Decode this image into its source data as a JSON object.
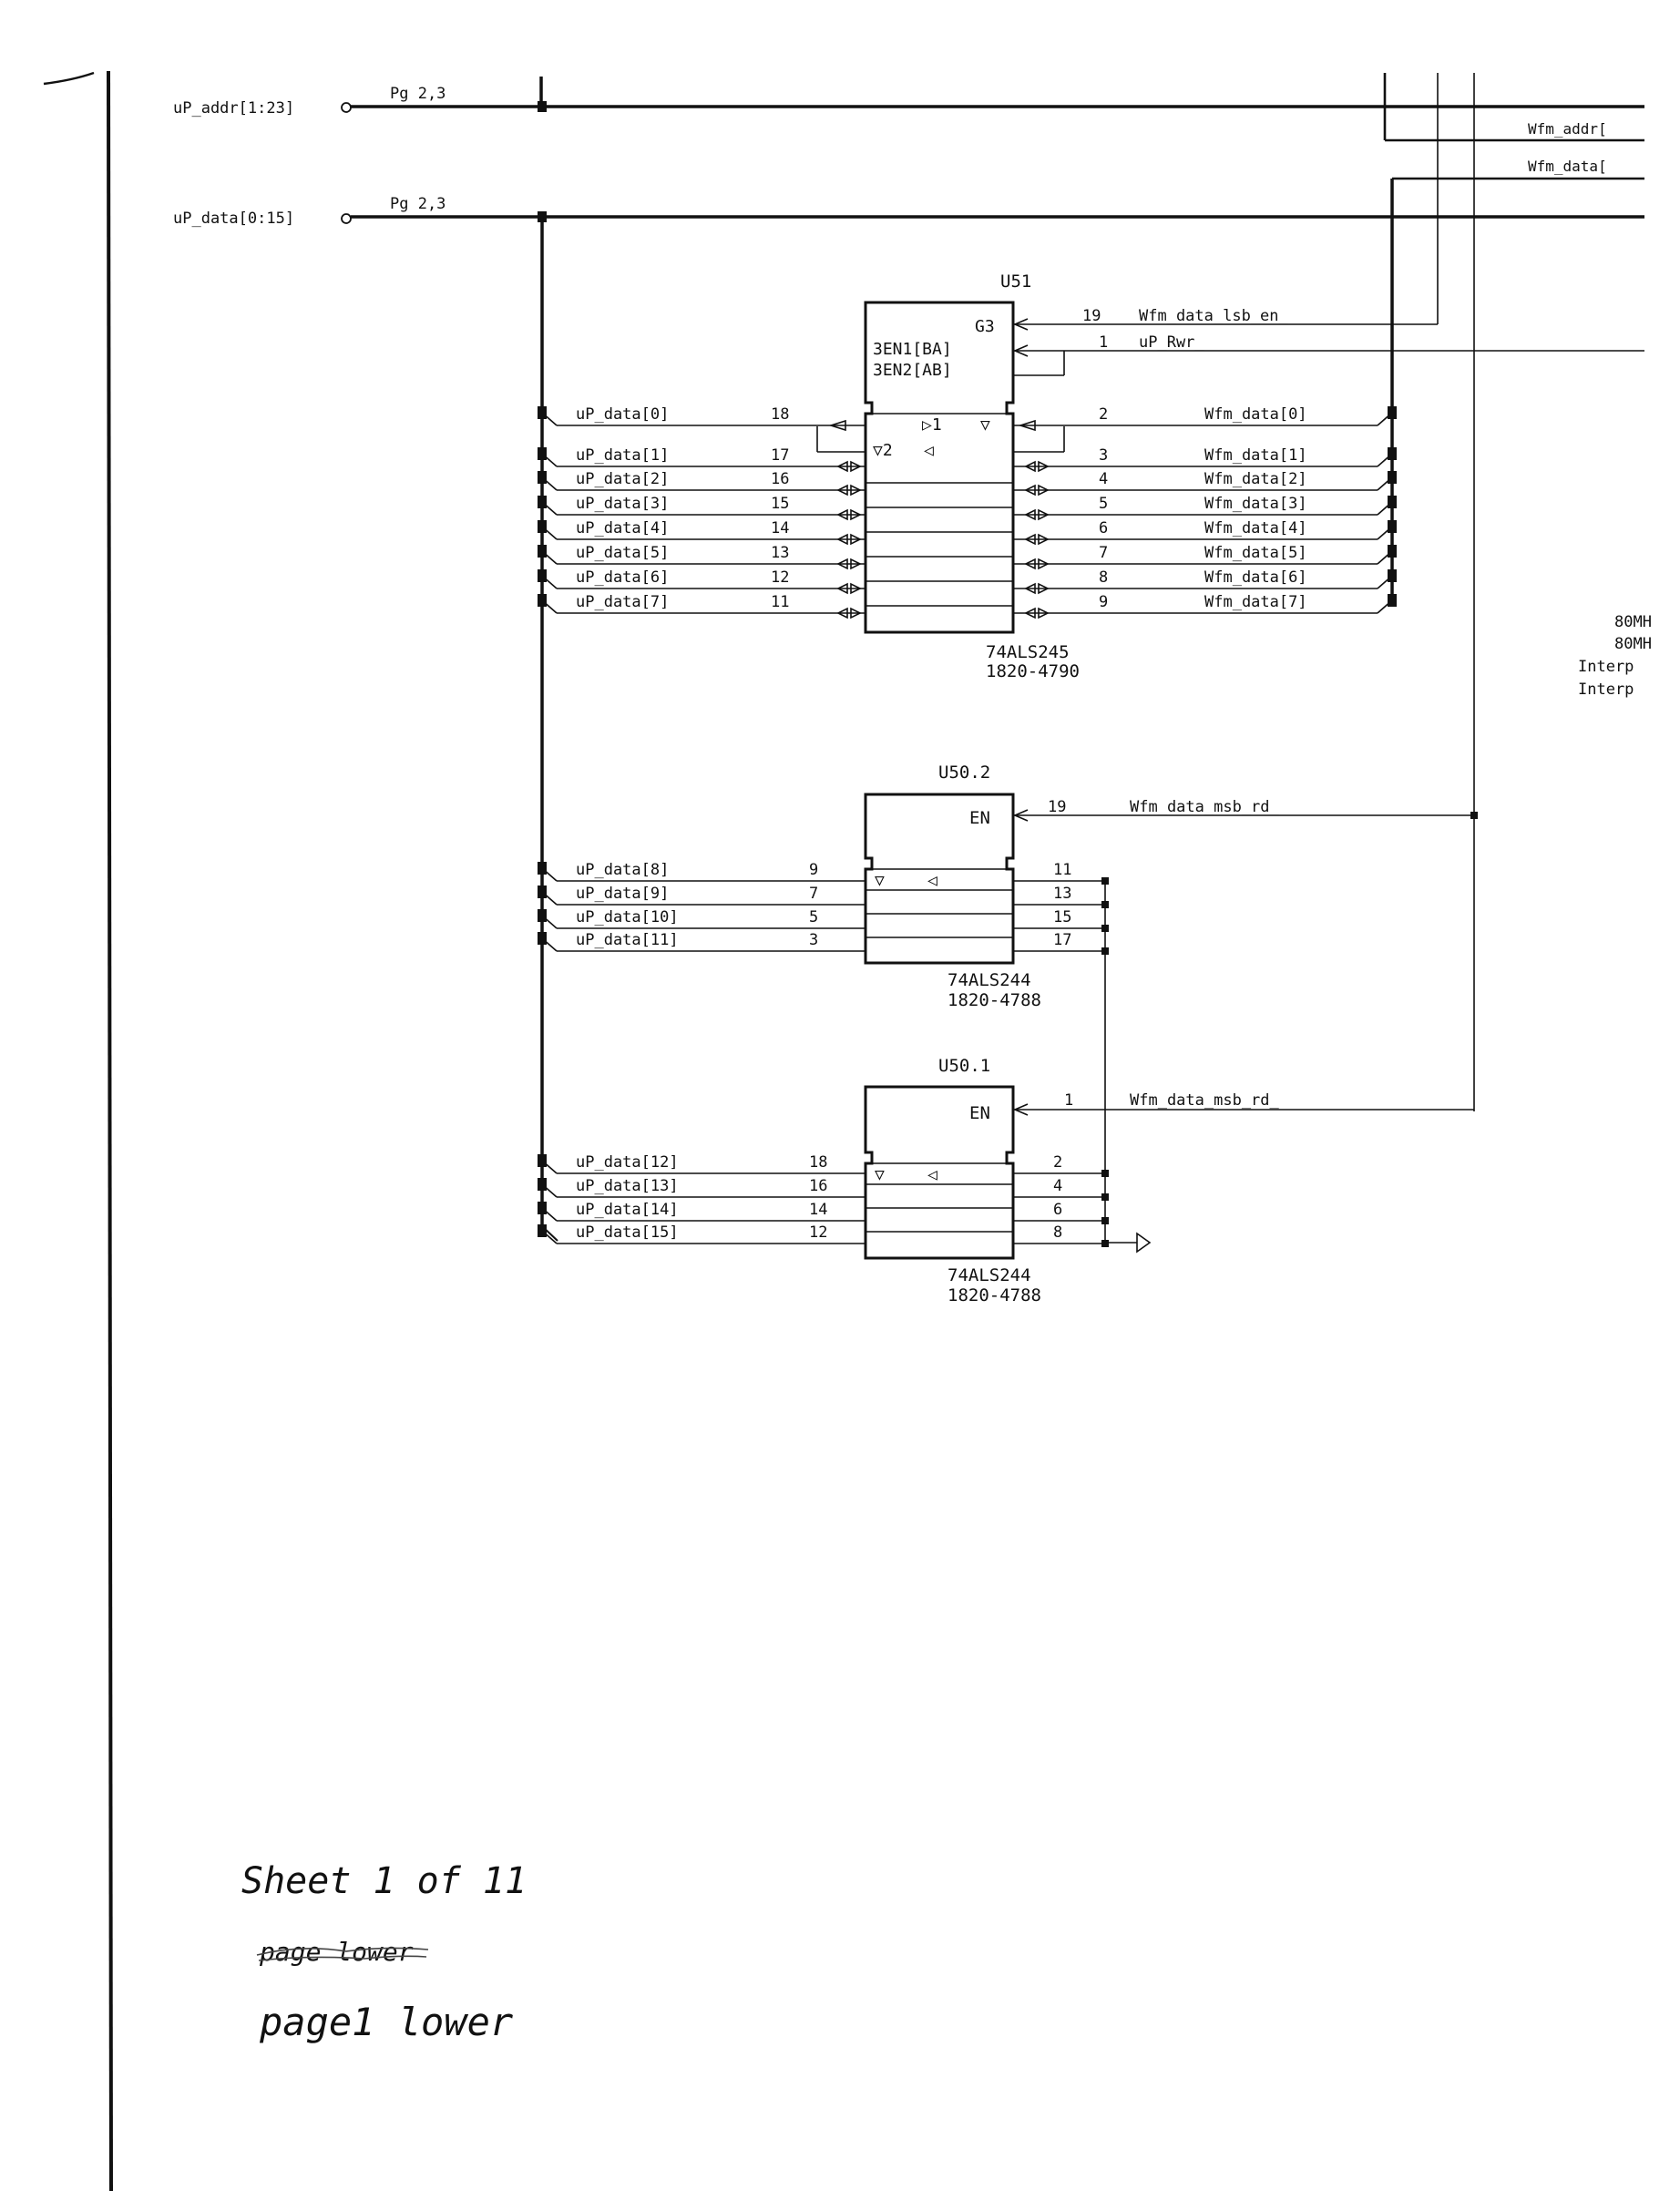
{
  "global_nets": [
    {
      "id": "addr",
      "name": "uP_addr[1:23]",
      "ref": "Pg 2,3"
    },
    {
      "id": "data",
      "name": "uP_data[0:15]",
      "ref": "Pg 2,3"
    }
  ],
  "right_nets": {
    "wfm_addr": "Wfm_addr[",
    "wfm_data": "Wfm_data["
  },
  "u51": {
    "refdes": "U51",
    "part": "74ALS245",
    "pn": "1820-4790",
    "ctrl_labels": [
      "G3",
      "3EN1[BA]",
      "3EN2[AB]"
    ],
    "dir_labels": [
      "▷1",
      "▽",
      "▽2",
      "◁"
    ],
    "ctrl_pins": [
      {
        "pin": "19",
        "net": "Wfm_data_lsb_en_"
      },
      {
        "pin": "1",
        "net": "uP_Rwr_"
      }
    ],
    "a_side": [
      {
        "net": "uP_data[0]",
        "pin": "18"
      },
      {
        "net": "uP_data[1]",
        "pin": "17"
      },
      {
        "net": "uP_data[2]",
        "pin": "16"
      },
      {
        "net": "uP_data[3]",
        "pin": "15"
      },
      {
        "net": "uP_data[4]",
        "pin": "14"
      },
      {
        "net": "uP_data[5]",
        "pin": "13"
      },
      {
        "net": "uP_data[6]",
        "pin": "12"
      },
      {
        "net": "uP_data[7]",
        "pin": "11"
      }
    ],
    "b_side": [
      {
        "pin": "2",
        "net": "Wfm_data[0]"
      },
      {
        "pin": "3",
        "net": "Wfm_data[1]"
      },
      {
        "pin": "4",
        "net": "Wfm_data[2]"
      },
      {
        "pin": "5",
        "net": "Wfm_data[3]"
      },
      {
        "pin": "6",
        "net": "Wfm_data[4]"
      },
      {
        "pin": "7",
        "net": "Wfm_data[5]"
      },
      {
        "pin": "8",
        "net": "Wfm_data[6]"
      },
      {
        "pin": "9",
        "net": "Wfm_data[7]"
      }
    ]
  },
  "u502": {
    "refdes": "U50.2",
    "part": "74ALS244",
    "pn": "1820-4788",
    "en_label": "EN",
    "en_pin": "19",
    "en_net": "Wfm_data_msb_rd_",
    "inputs": [
      {
        "net": "uP_data[8]",
        "pin": "9"
      },
      {
        "net": "uP_data[9]",
        "pin": "7"
      },
      {
        "net": "uP_data[10]",
        "pin": "5"
      },
      {
        "net": "uP_data[11]",
        "pin": "3"
      }
    ],
    "out_pins": [
      "11",
      "13",
      "15",
      "17"
    ]
  },
  "u501": {
    "refdes": "U50.1",
    "part": "74ALS244",
    "pn": "1820-4788",
    "en_label": "EN",
    "en_pin": "1",
    "en_net": "Wfm_data_msb_rd_",
    "inputs": [
      {
        "net": "uP_data[12]",
        "pin": "18"
      },
      {
        "net": "uP_data[13]",
        "pin": "16"
      },
      {
        "net": "uP_data[14]",
        "pin": "14"
      },
      {
        "net": "uP_data[15]",
        "pin": "12"
      }
    ],
    "out_pins": [
      "2",
      "4",
      "6",
      "8"
    ]
  },
  "side_labels": [
    "80MH",
    "80MH",
    "Interp",
    "Interp"
  ],
  "handwritten": {
    "line1": "Sheet 1 of 11",
    "struck": "page lower",
    "line2": "page1 lower"
  }
}
